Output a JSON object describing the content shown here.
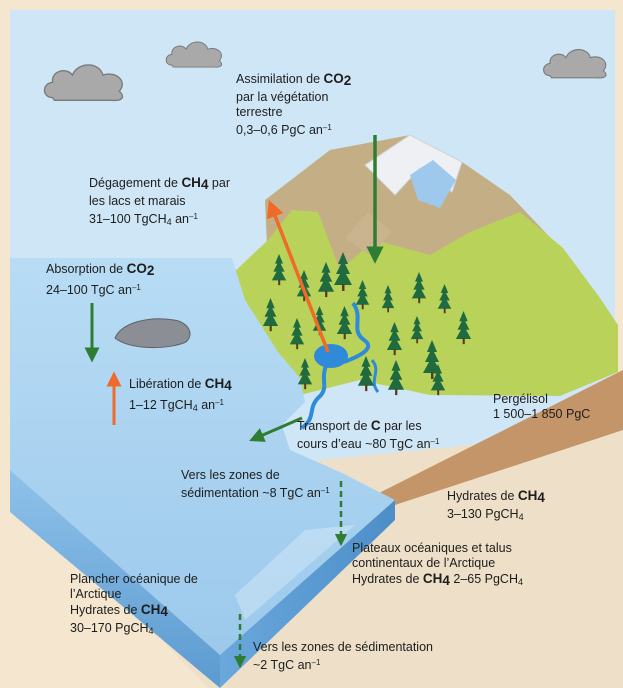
{
  "colors": {
    "page_background": "#f4e6cf",
    "sky": "#cfe6f6",
    "sea_surface": "#a9d2ef",
    "sea_front": "#7fb6e2",
    "sea_side": "#5f9fd4",
    "land_green": "#b9d25a",
    "mountain_tan": "#c4ae86",
    "snow": "#eef0f3",
    "glacier": "#9ec9ec",
    "soil_brown": "#c5956a",
    "ch4_arrow": "#f06a2a",
    "co2_arrow": "#2e7d32",
    "tree": "#1f6b3f",
    "river": "#2f8ad9"
  },
  "icons": [
    "cloud-icon",
    "tree-icon",
    "rock-icon",
    "lake-icon",
    "river-icon"
  ],
  "labels": {
    "veg_uptake": {
      "l1a": "Assimilation de ",
      "l1b": "CO",
      "l1c": "2",
      "l2": "par la végétation",
      "l3": "terrestre",
      "l4a": "0,3–0,6 PgC an",
      "l4b": "–1"
    },
    "lakes": {
      "l1a": "Dégagement de ",
      "l1b": "CH",
      "l1c": "4",
      "l1d": " par",
      "l2": "les lacs et marais",
      "l3a": "31–100 TgCH",
      "l3b": "4",
      "l3c": " an",
      "l3d": "–1"
    },
    "co2_absorb": {
      "l1a": "Absorption de ",
      "l1b": "CO",
      "l1c": "2",
      "l2a": "24–100 TgC an",
      "l2b": "–1"
    },
    "ch4_release": {
      "l1a": "Libération de ",
      "l1b": "CH",
      "l1c": "4",
      "l2a": "1–12 TgCH",
      "l2b": "4",
      "l2c": " an",
      "l2d": "–1"
    },
    "permafrost": {
      "l1": "Pergélisol",
      "l2": "1 500–1 850 PgC"
    },
    "rivers": {
      "l1a": "Transport de ",
      "l1b": "C",
      "l1c": " par les",
      "l2a": "cours d’eau ~80 TgC an",
      "l2b": "–1"
    },
    "sed_8": {
      "l1": "Vers les zones de",
      "l2a": "sédimentation ~8 TgC an",
      "l2b": "–1"
    },
    "hydrates_land": {
      "l1a": "Hydrates de ",
      "l1b": "CH",
      "l1c": "4",
      "l2a": "3–130 PgCH",
      "l2b": "4"
    },
    "shelves": {
      "l1": "Plateaux océaniques et talus",
      "l2": "continentaux de l’Arctique",
      "l3a": "Hydrates de ",
      "l3b": "CH",
      "l3c": "4",
      "l3d": " 2–65 PgCH",
      "l3e": "4"
    },
    "ocean_floor": {
      "l1": "Plancher océanique de",
      "l2": "l’Arctique",
      "l3a": "Hydrates de ",
      "l3b": "CH",
      "l3c": "4",
      "l4a": "30–170 PgCH",
      "l4b": "4"
    },
    "sed_2": {
      "l1": "Vers les zones de sédimentation",
      "l2a": "~2 TgC an",
      "l2b": "–1"
    }
  }
}
